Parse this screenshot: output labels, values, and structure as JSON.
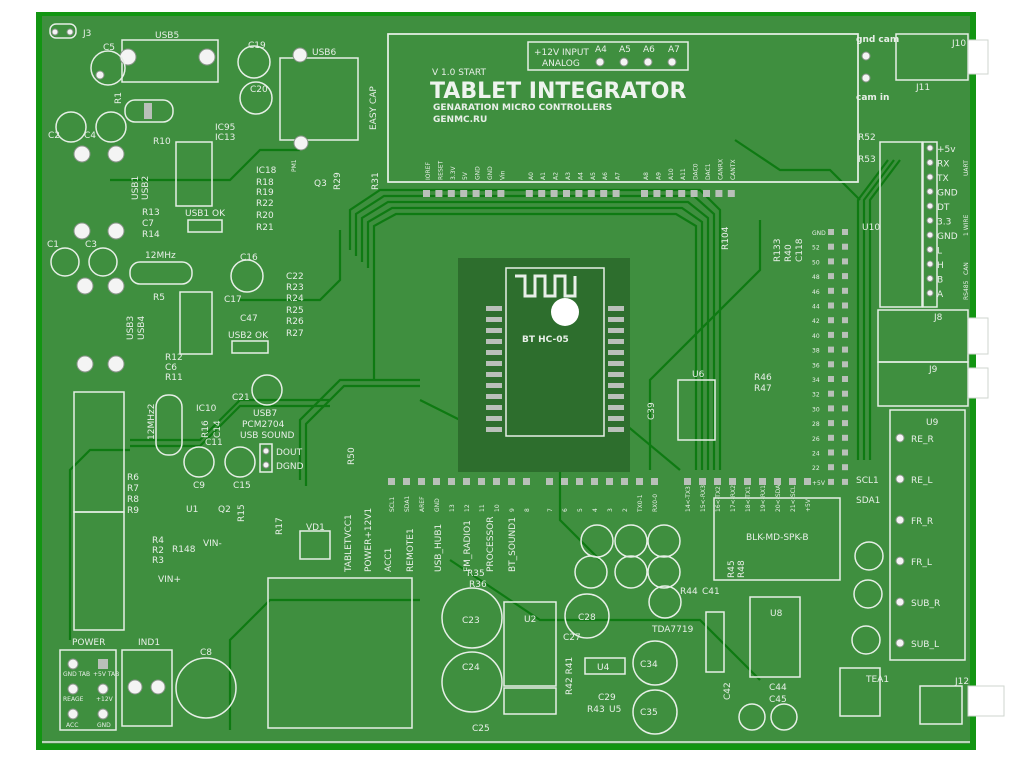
{
  "board": {
    "colors": {
      "pour": "#3f8f3f",
      "trace": "#0e7a12",
      "edge": "#129512",
      "silk": "#e8efe8",
      "pad": "#b9c0b9"
    },
    "title": {
      "version": "V 1.0 START",
      "name": "TABLET INTEGRATOR",
      "subtitle": "GENARATION MICRO CONTROLLERS",
      "site": "GENMC.RU"
    },
    "analog_header": {
      "label1": "+12V INPUT",
      "label2": "ANALOG",
      "pins": [
        "A4",
        "A5",
        "A6",
        "A7"
      ]
    },
    "arduino_top_pins": [
      "IOREF",
      "RESET",
      "3.3V",
      "5V",
      "GND",
      "GND",
      "Vin",
      "A0",
      "A1",
      "A2",
      "A3",
      "A4",
      "A5",
      "A6",
      "A7",
      "A8",
      "A9",
      "A10",
      "A11",
      "DAC0",
      "DAC1",
      "CANRX",
      "CANTX"
    ],
    "arduino_bottom_pins": [
      "SCL1",
      "SDA1",
      "AREF",
      "GND",
      "13",
      "12",
      "11",
      "10",
      "9",
      "8",
      "7",
      "6",
      "5",
      "4",
      "3",
      "2",
      "TX0-1",
      "RX0-0",
      "14<-TX3",
      "15<-RX3",
      "16<-TX2",
      "17<-RX2",
      "18<-TX1",
      "19<-RX1",
      "20<-SDA",
      "21<-SCL",
      "+5V"
    ],
    "arduino_right_pins": [
      "GND",
      "52",
      "50",
      "48",
      "46",
      "44",
      "42",
      "40",
      "38",
      "36",
      "34",
      "32",
      "30",
      "28",
      "26",
      "24",
      "22",
      "+5V"
    ],
    "bt_module": {
      "label": "BT HC-05"
    },
    "usb_labels": {
      "usb5": "USB5",
      "usb6": "USB6",
      "easy_cap": "EASY CAP",
      "usb1": "USB1",
      "usb2": "USB2",
      "usb3": "USB3",
      "usb4": "USB4",
      "usb1_ok": "USB1 OK",
      "usb2_ok": "USB2 OK",
      "crystal": "12MHz",
      "crystal2": "12MHz2",
      "usb7": "USB7",
      "pcm": "PCM2704",
      "usb_sound": "USB SOUND",
      "dout": "DOUT",
      "dgnd": "DGND"
    },
    "designators": {
      "J3": "J3",
      "C5": "C5",
      "C19": "C19",
      "C20": "C20",
      "R1": "R1",
      "C2": "C2",
      "C4": "C4",
      "R10": "R10",
      "IC95": "IC95",
      "IC13": "IC13",
      "IC18": "IC18",
      "R18": "R18",
      "R19": "R19",
      "R22": "R22",
      "R20": "R20",
      "R21": "R21",
      "R13": "R13",
      "C7": "C7",
      "R14": "R14",
      "PM1": "PM1",
      "Q3": "Q3",
      "R29": "R29",
      "R31": "R31",
      "C1": "C1",
      "C3": "C3",
      "C16": "C16",
      "C22": "C22",
      "R23": "R23",
      "R24": "R24",
      "R25": "R25",
      "R26": "R26",
      "R27": "R27",
      "C17": "C17",
      "C47": "C47",
      "R5": "R5",
      "R12": "R12",
      "C6": "C6",
      "R11": "R11",
      "C21": "C21",
      "IC10": "IC10",
      "R16": "R16",
      "C14": "C14",
      "C11": "C11",
      "C9": "C9",
      "C15": "C15",
      "R50": "R50",
      "R6": "R6",
      "R7": "R7",
      "R8": "R8",
      "R9": "R9",
      "R4": "R4",
      "R2": "R2",
      "R3": "R3",
      "U1": "U1",
      "Q2": "Q2",
      "R15": "R15",
      "R148": "R148",
      "VIN-": "VIN-",
      "VIN+": "VIN+",
      "R17": "R17",
      "VD1": "VD1",
      "POWER": "POWER",
      "IND1": "IND1",
      "C8": "C8",
      "R35": "R35",
      "R36": "R36",
      "C23": "C23",
      "C24": "C24",
      "C25": "C25",
      "U2": "U2",
      "C28": "C28",
      "C27": "C27",
      "R42 R41": "R42 R41",
      "U4": "U4",
      "C29": "C29",
      "R43": "R43",
      "U5": "U5",
      "C34": "C34",
      "C35": "C35",
      "TDA7719": "TDA7719",
      "R44": "R44",
      "C41": "C41",
      "R45": "R45",
      "R48": "R48",
      "U8": "U8",
      "C42": "C42",
      "C44": "C44",
      "C45": "C45",
      "BLK": "BLK-MD-SPK-B",
      "U6": "U6",
      "C39": "C39",
      "R46": "R46",
      "R47": "R47",
      "R104": "R104",
      "R133": "R133",
      "R40": "R40",
      "C118": "C118",
      "U10": "U10",
      "SCL1": "SCL1",
      "SDA1": "SDA1",
      "U9": "U9",
      "TEA1": "TEA1",
      "J12": "J12",
      "J10": "J10",
      "J11": "J11",
      "J8": "J8",
      "J9": "J9",
      "R52": "R52",
      "R53": "R53"
    },
    "cam": {
      "gnd_cam": "gnd cam",
      "cam_in": "cam in"
    },
    "uart_header": [
      "+5v",
      "RX",
      "TX",
      "GND",
      "DT",
      "3.3",
      "GND",
      "L",
      "H",
      "B",
      "A"
    ],
    "uart_groups": [
      "UART",
      "1 WIRE",
      "CAN",
      "RS485"
    ],
    "switches": [
      "TABLETVCC1",
      "POWER+12V1",
      "ACC1",
      "REMOTE1",
      "USB_HUB1",
      "FM_RADIO1",
      "PROCESSOR",
      "BT_SOUND1"
    ],
    "audio_outputs": [
      "RE_R",
      "RE_L",
      "FR_R",
      "FR_L",
      "SUB_R",
      "SUB_L"
    ],
    "power_pins": [
      "GND TAB",
      "+5V TAB",
      "REAGE",
      "+12V",
      "ACC",
      "GND"
    ]
  }
}
